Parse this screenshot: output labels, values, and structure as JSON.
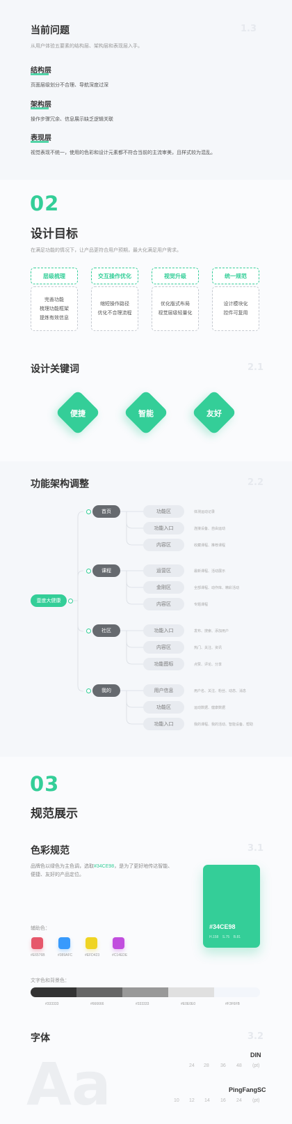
{
  "current_problems": {
    "title": "当前问题",
    "number": "1.3",
    "intro": "从用户体验五要素的结构层、架构层和表现层入手。",
    "layers": [
      {
        "title": "结构层",
        "desc": "页面层级划分不合理、导航深度过深"
      },
      {
        "title": "架构层",
        "desc": "操作步骤冗余、信息展示缺乏逻辑关联"
      },
      {
        "title": "表现层",
        "desc": "视觉表现不统一，使用的色彩和设计元素都不符合当前的主流审美，且样式较为混乱。"
      }
    ]
  },
  "design_goals": {
    "number": "02",
    "title": "设计目标",
    "intro": "在满足功能的情况下，让产品更符合用户预期，最大化满足用户需求。",
    "cards": [
      {
        "title": "层级梳理",
        "lines": [
          "完善功能",
          "梳理功能框架",
          "提炼有效信息"
        ]
      },
      {
        "title": "交互操作优化",
        "lines": [
          "缩短操作路径",
          "优化不合理流程"
        ]
      },
      {
        "title": "视觉升级",
        "lines": [
          "优化版式布局",
          "视觉层级轻量化"
        ]
      },
      {
        "title": "统一规范",
        "lines": [
          "设计模块化",
          "控件可复用"
        ]
      }
    ]
  },
  "keywords": {
    "title": "设计关键词",
    "number": "2.1",
    "items": [
      "便捷",
      "智能",
      "友好"
    ]
  },
  "architecture": {
    "title": "功能架构调整",
    "number": "2.2",
    "root": "壹度大健康",
    "branches": [
      {
        "name": "首页",
        "children": [
          {
            "name": "功能区",
            "desc": "体测运动记录"
          },
          {
            "name": "功能入口",
            "desc": "连接设备、自由运动"
          },
          {
            "name": "内容区",
            "desc": "收藏课程、推荐课程"
          }
        ]
      },
      {
        "name": "课程",
        "children": [
          {
            "name": "运营区",
            "desc": "最新课程、活动展示"
          },
          {
            "name": "金刚区",
            "desc": "全部课程、动作库、精彩活动"
          },
          {
            "name": "内容区",
            "desc": "专题课程"
          }
        ]
      },
      {
        "name": "社区",
        "children": [
          {
            "name": "功能入口",
            "desc": "发布、搜索、添加用户"
          },
          {
            "name": "内容区",
            "desc": "热门、关注、资讯"
          },
          {
            "name": "功能图标",
            "desc": "点赞、评论、分享"
          }
        ]
      },
      {
        "name": "我的",
        "children": [
          {
            "name": "用户信息",
            "desc": "用户名、关注、粉丝、动态、消息"
          },
          {
            "name": "功能区",
            "desc": "运动数据、健康数据"
          },
          {
            "name": "功能入口",
            "desc": "我的课程、我的活动、智能设备、帮助"
          }
        ]
      }
    ]
  },
  "spec": {
    "number": "03",
    "title": "规范展示"
  },
  "colors": {
    "title": "色彩规范",
    "number": "3.1",
    "intro_prefix": "品牌色以绿色为主色调，选取",
    "intro_highlight": "#34CE98",
    "intro_suffix": "，是为了更好地传达智能、",
    "intro_line2": "便捷、友好的产品定位。",
    "main": {
      "hex": "#34CE98",
      "h": "H.158",
      "s": "S.75",
      "b": "B.81",
      "color": "#34CE98"
    },
    "aux_label": "辅助色：",
    "aux": [
      {
        "hex": "#E6576B",
        "color": "#E6576B"
      },
      {
        "hex": "#389AFC",
        "color": "#389AFC"
      },
      {
        "hex": "#EFD423",
        "color": "#EFD423"
      },
      {
        "hex": "#C14EDE",
        "color": "#C14EDE"
      }
    ],
    "text_label": "文字色和背景色：",
    "text_colors": [
      {
        "hex": "#333333",
        "color": "#333333"
      },
      {
        "hex": "#666666",
        "color": "#666666"
      },
      {
        "hex": "#333333",
        "color": "#999999"
      },
      {
        "hex": "#E0E0E0",
        "color": "#E0E0E0"
      },
      {
        "hex": "#F3F6FB",
        "color": "#F3F6FB"
      }
    ]
  },
  "fonts": {
    "title": "字体",
    "number": "3.2",
    "sample": "Aa",
    "din": {
      "name": "DIN",
      "sizes": [
        "24",
        "28",
        "36",
        "48",
        "(pt)"
      ]
    },
    "pingfang": {
      "name": "PingFangSC",
      "sizes": [
        "10",
        "12",
        "14",
        "16",
        "24",
        "(pt)"
      ]
    }
  }
}
